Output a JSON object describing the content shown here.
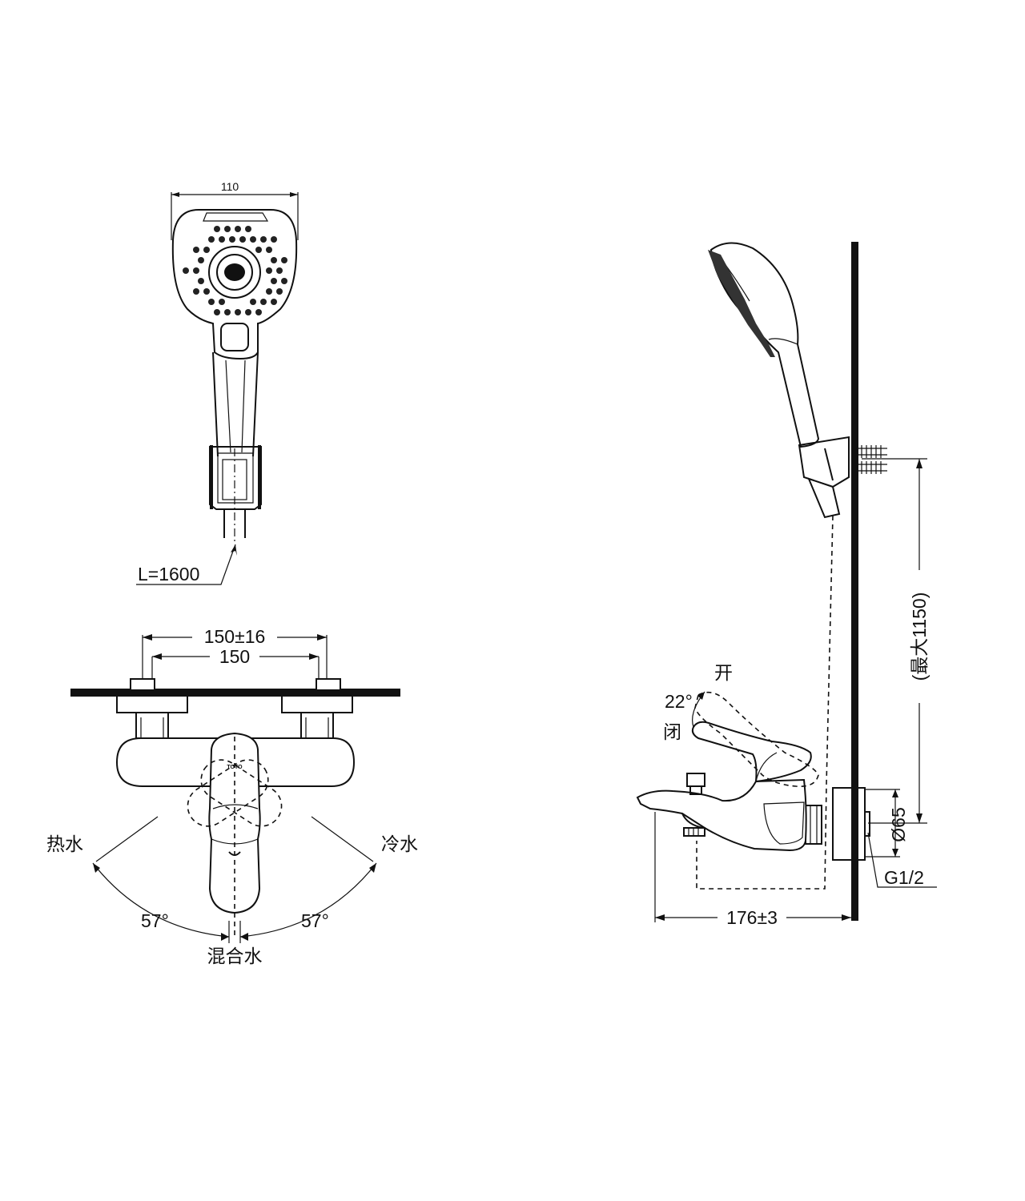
{
  "hand_shower": {
    "width_label": "110",
    "hose_length_label": "L=1600"
  },
  "mixer_front": {
    "inlet_distance_label": "150±16",
    "inlet_nominal_label": "150",
    "hot_label": "热水",
    "cold_label": "冷水",
    "mix_label": "混合水",
    "left_angle_label": "57°",
    "right_angle_label": "57°"
  },
  "side_view": {
    "open_label": "开",
    "close_label": "闭",
    "lever_angle_label": "22°",
    "max_height_label": "(最大1150)",
    "diameter_label": "Ø65",
    "thread_label": "G1/2",
    "spout_length_label": "176±3"
  }
}
